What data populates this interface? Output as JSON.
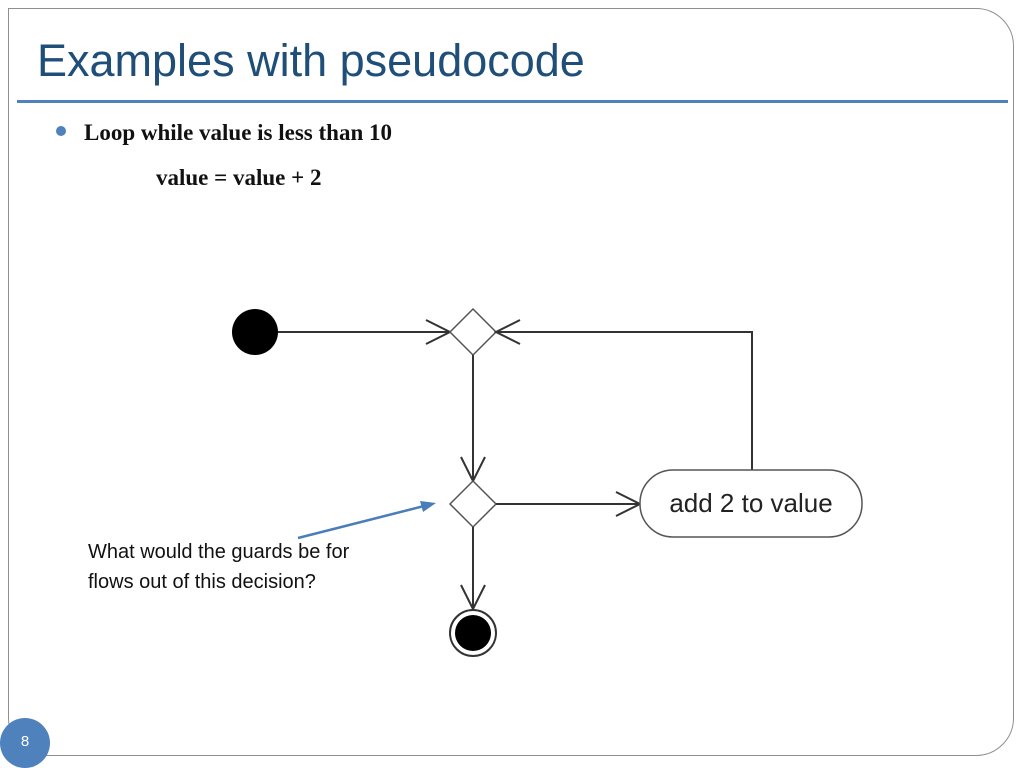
{
  "slide": {
    "title": "Examples with pseudocode",
    "bullet": "Loop while value is less than 10",
    "code_line": "value = value + 2",
    "page_number": "8"
  },
  "diagram": {
    "action_label": "add 2 to value",
    "note": "What would the guards be for flows out of this decision?"
  },
  "colors": {
    "title": "#1f4e79",
    "accent": "#4f81bd",
    "line": "#333333",
    "arrow": "#4a7ebb"
  }
}
